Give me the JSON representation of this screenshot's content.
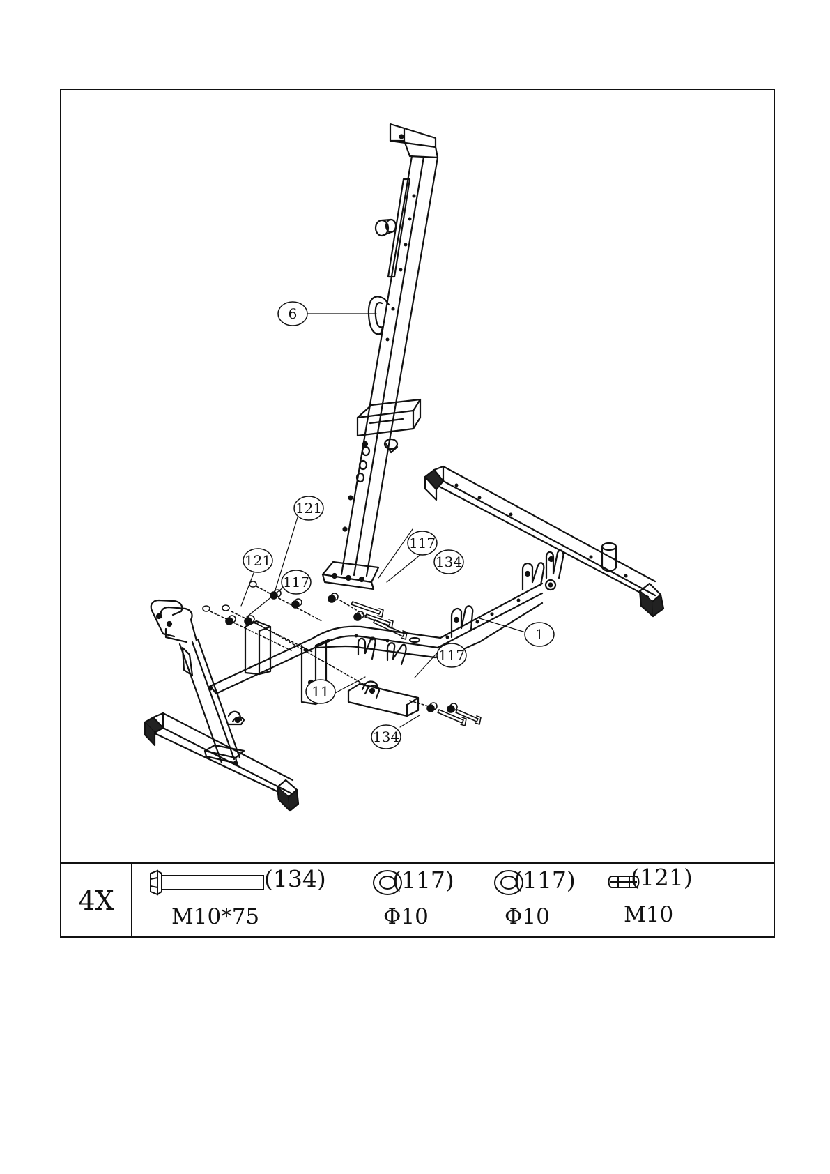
{
  "callouts": {
    "c6": "6",
    "c121a": "121",
    "c117a": "117",
    "c134a": "134",
    "c121b": "121",
    "c117b": "117",
    "c1": "1",
    "c117c": "117",
    "c11": "11",
    "c134b": "134"
  },
  "hardware": {
    "quantity": "4X",
    "items": [
      {
        "code": "(134)",
        "spec": "M10*75",
        "icon": "bolt-icon"
      },
      {
        "code": "(117)",
        "spec": "Φ10",
        "icon": "washer-icon"
      },
      {
        "code": "(117)",
        "spec": "Φ10",
        "icon": "washer-icon"
      },
      {
        "code": "(121)",
        "spec": "M10",
        "icon": "nut-icon"
      }
    ]
  }
}
